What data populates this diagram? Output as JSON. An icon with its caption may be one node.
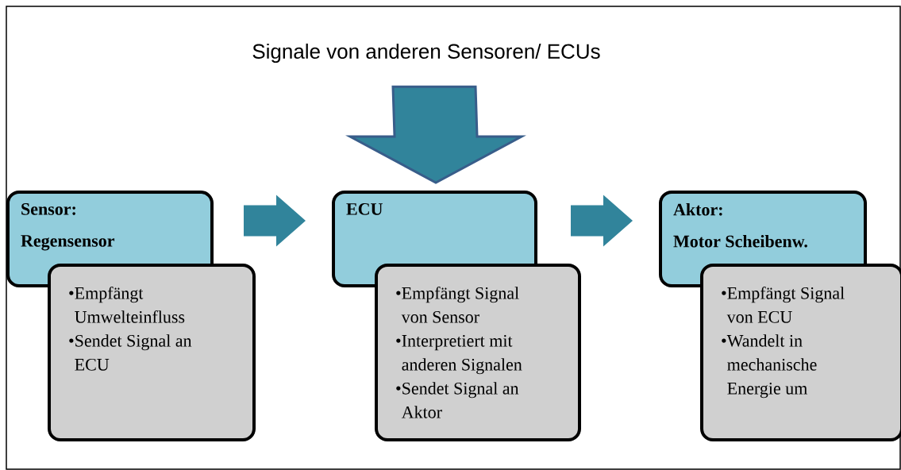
{
  "diagram": {
    "nodes": [
      {
        "text": [
          "Signale von anderen Sensoren/ ECUs"
        ]
      },
      {
        "text": [
          "Sensor:",
          "Regensensor"
        ]
      },
      {
        "text": [
          "•Empfängt Umwelteinfluss",
          "•Sendet Signal an ECU"
        ]
      },
      {
        "text": [
          "ECU"
        ]
      },
      {
        "text": [
          "•Empfängt Signal von Sensor",
          "•Interpretiert mit anderen Signalen",
          "•Sendet Signal an Aktor"
        ]
      },
      {
        "text": [
          "Aktor:",
          "Motor Scheibenw."
        ]
      },
      {
        "text": [
          "•Empfängt Signal von ECU",
          "•Wandelt in mechanische Energie um"
        ]
      }
    ],
    "edges": [
      {
        "from": 0,
        "to": 3,
        "arrow": "to"
      },
      {
        "from": 1,
        "to": 3,
        "arrow": "to"
      },
      {
        "from": 3,
        "to": 5,
        "arrow": "to"
      }
    ]
  }
}
